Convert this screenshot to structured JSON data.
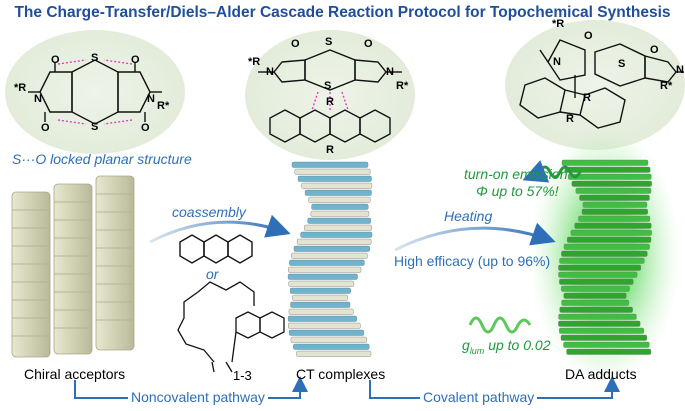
{
  "title": "The Charge-Transfer/Diels–Alder Cascade Reaction Protocol for Topochemical Synthesis",
  "labels": {
    "locked": "S···O locked planar structure",
    "coassembly": "coassembly",
    "or": "or",
    "repeat": "1-3",
    "heating": "Heating",
    "efficacy": "High efficacy (up to 96%)",
    "emission": "turn-on emission",
    "quantum_yield": "Φ up to 57%!",
    "glum_symbol": "g",
    "glum_sub": "lum",
    "glum_value": " up to 0.02",
    "chiral_acceptors": "Chiral acceptors",
    "ct_complexes": "CT complexes",
    "da_adducts": "DA adducts",
    "noncovalent": "Noncovalent pathway",
    "covalent": "Covalent pathway"
  },
  "chem": {
    "o": "O",
    "s": "S",
    "n": "N",
    "r": "R",
    "r_star": "R*",
    "star_r": "*R"
  },
  "colors": {
    "title": "#1f4e9c",
    "text_blue": "#2e6fb8",
    "text_green": "#1f9a3c",
    "acceptor": "#dcdcc0",
    "ct_blue": "#6cb4cf",
    "da_green": "#3fbf3f",
    "halo": "#e9f1e2"
  }
}
